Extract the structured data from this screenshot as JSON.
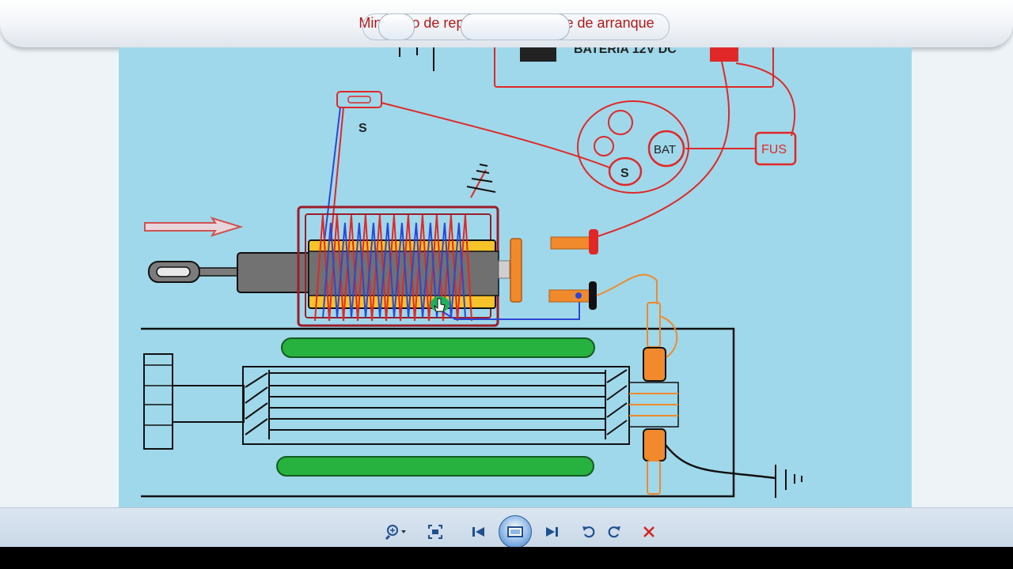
{
  "window": {
    "title": "Minicurso de reparar su selenoide de arranque"
  },
  "diagram": {
    "labels": {
      "s_terminal": "S",
      "s_socket": "S",
      "bat": "BAT",
      "fuse": "FUS",
      "battery": "BATERIA 12V DC"
    }
  },
  "toolbar": {
    "buttons": [
      "zoom",
      "actual-size",
      "previous",
      "slideshow",
      "next",
      "rotate-left",
      "rotate-right",
      "delete"
    ]
  },
  "colors": {
    "title": "#b01818",
    "canvas": "#9fd8ea",
    "wire_red": "#e02828",
    "wire_blue": "#2c46d8",
    "coil_yellow": "#f6c32a",
    "green": "#27b13f",
    "orange": "#f08a2c"
  }
}
